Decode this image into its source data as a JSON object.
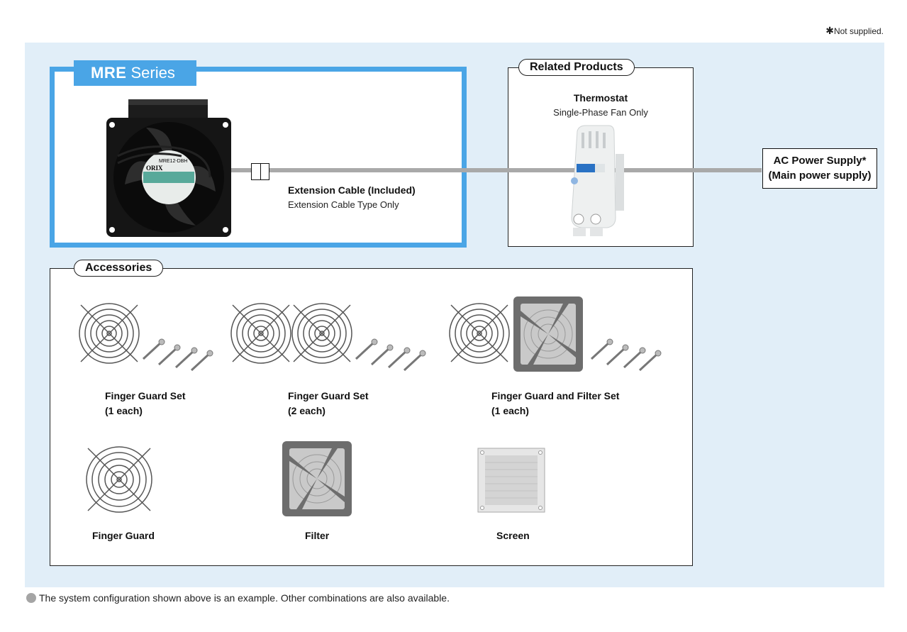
{
  "notes": {
    "not_supplied": "Not supplied.",
    "footer": "The system configuration shown above is an example. Other combinations are also available."
  },
  "series": {
    "name_bold": "MRE",
    "name_rest": " Series"
  },
  "fan_label": {
    "model": "MRE12-DBH",
    "brand": "ORIX"
  },
  "extension": {
    "title": "Extension Cable (Included)",
    "subtitle": "Extension Cable Type Only"
  },
  "related": {
    "heading": "Related Products",
    "product_title": "Thermostat",
    "product_subtitle": "Single-Phase Fan Only"
  },
  "power": {
    "line1": "AC Power Supply",
    "star": "*",
    "line2": "(Main power supply)"
  },
  "accessories": {
    "heading": "Accessories",
    "items": [
      {
        "line1": "Finger Guard Set",
        "line2": "(1 each)"
      },
      {
        "line1": "Finger Guard Set",
        "line2": "(2 each)"
      },
      {
        "line1": "Finger Guard and Filter Set",
        "line2": "(1 each)"
      },
      {
        "line1": "Finger Guard",
        "line2": ""
      },
      {
        "line1": "Filter",
        "line2": ""
      },
      {
        "line1": "Screen",
        "line2": ""
      }
    ]
  },
  "colors": {
    "accent": "#4aa5e6",
    "panel": "#e1eef8",
    "cable": "#a9a9a9"
  }
}
